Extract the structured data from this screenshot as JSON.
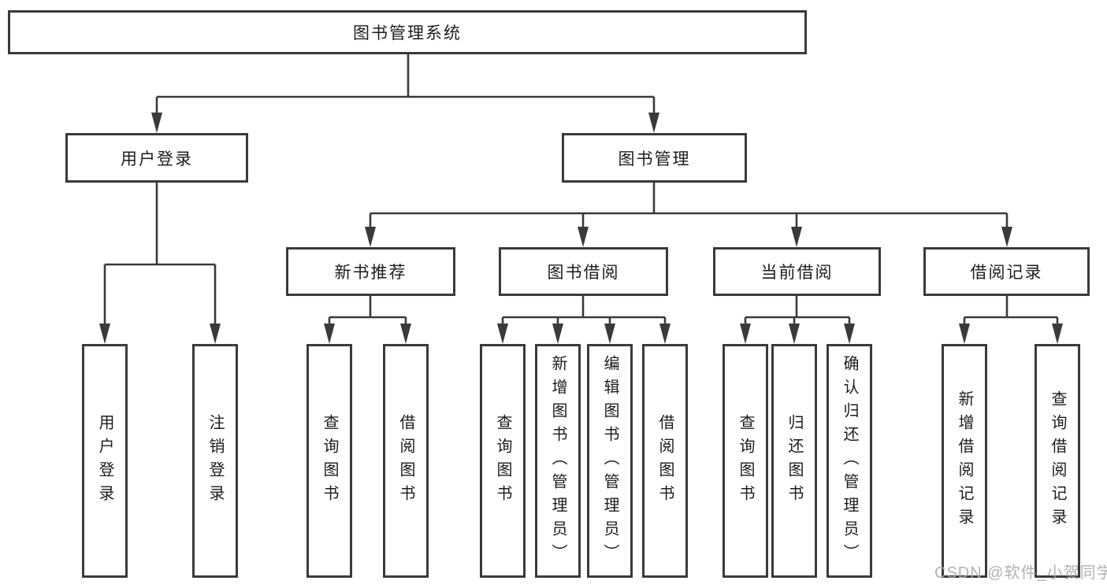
{
  "diagram": {
    "title": "图书管理系统",
    "branches": [
      {
        "label": "用户登录",
        "children": [
          {
            "label": "用户登录"
          },
          {
            "label": "注销登录"
          }
        ]
      },
      {
        "label": "图书管理",
        "children": [
          {
            "label": "新书推荐",
            "children": [
              {
                "label": "查询图书"
              },
              {
                "label": "借阅图书"
              }
            ]
          },
          {
            "label": "图书借阅",
            "children": [
              {
                "label": "查询图书"
              },
              {
                "label": "新增图书（管理员）"
              },
              {
                "label": "编辑图书（管理员）"
              },
              {
                "label": "借阅图书"
              }
            ]
          },
          {
            "label": "当前借阅",
            "children": [
              {
                "label": "查询图书"
              },
              {
                "label": "归还图书"
              },
              {
                "label": "确认归还（管理员）"
              }
            ]
          },
          {
            "label": "借阅记录",
            "children": [
              {
                "label": "新增借阅记录"
              },
              {
                "label": "查询借阅记录"
              }
            ]
          }
        ]
      }
    ]
  },
  "watermark": {
    "text": "CSDN @软件_小贺同学"
  },
  "colors": {
    "line": "#3a3a3a",
    "box_border": "#3a3a3a",
    "box_fill": "#ffffff",
    "text": "#1c1c1c",
    "watermark": "#a9a9a9",
    "background": "#ffffff"
  }
}
